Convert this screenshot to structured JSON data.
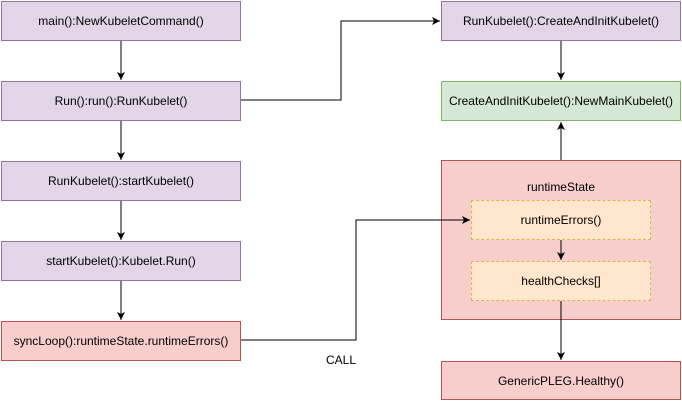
{
  "nodes": {
    "main": "main():NewKubeletCommand()",
    "run": "Run():run():RunKubelet()",
    "start_kubelet": "RunKubelet():startKubelet()",
    "kubelet_run": "startKubelet():Kubelet.Run()",
    "sync_loop": "syncLoop():runtimeState.runtimeErrors()",
    "create_and_init": "RunKubelet():CreateAndInitKubelet()",
    "new_main_kubelet": "CreateAndInitKubelet():NewMainKubelet()",
    "runtime_state": "runtimeState",
    "runtime_errors": "runtimeErrors()",
    "health_checks": "healthChecks[]",
    "generic_pleg": "GenericPLEG.Healthy()"
  },
  "labels": {
    "call": "CALL"
  },
  "colors": {
    "purple_fill": "#e1d5e7",
    "purple_stroke": "#9673a6",
    "green_fill": "#d5e8d4",
    "green_stroke": "#82b366",
    "red_fill": "#f8cecc",
    "red_stroke": "#b85450",
    "orange_fill": "#ffe6cc",
    "orange_stroke": "#d6b656"
  }
}
